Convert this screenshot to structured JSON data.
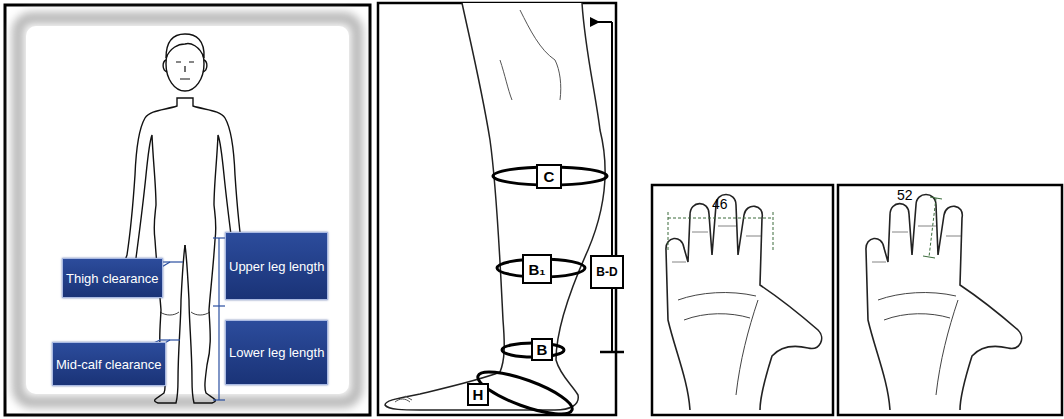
{
  "diagram": {
    "nodes": [
      {
        "text": [
          "Thigh clearance"
        ]
      },
      {
        "text": [
          "Upper leg length"
        ]
      },
      {
        "text": [
          "Mid-calf clearance"
        ]
      },
      {
        "text": [
          "Lower leg length"
        ]
      },
      {
        "text": [
          "C"
        ]
      },
      {
        "text": [
          "B₁"
        ]
      },
      {
        "text": [
          "B-D"
        ]
      },
      {
        "text": [
          "B"
        ]
      },
      {
        "text": [
          "H"
        ]
      }
    ],
    "labels": [
      "46",
      "52"
    ]
  }
}
